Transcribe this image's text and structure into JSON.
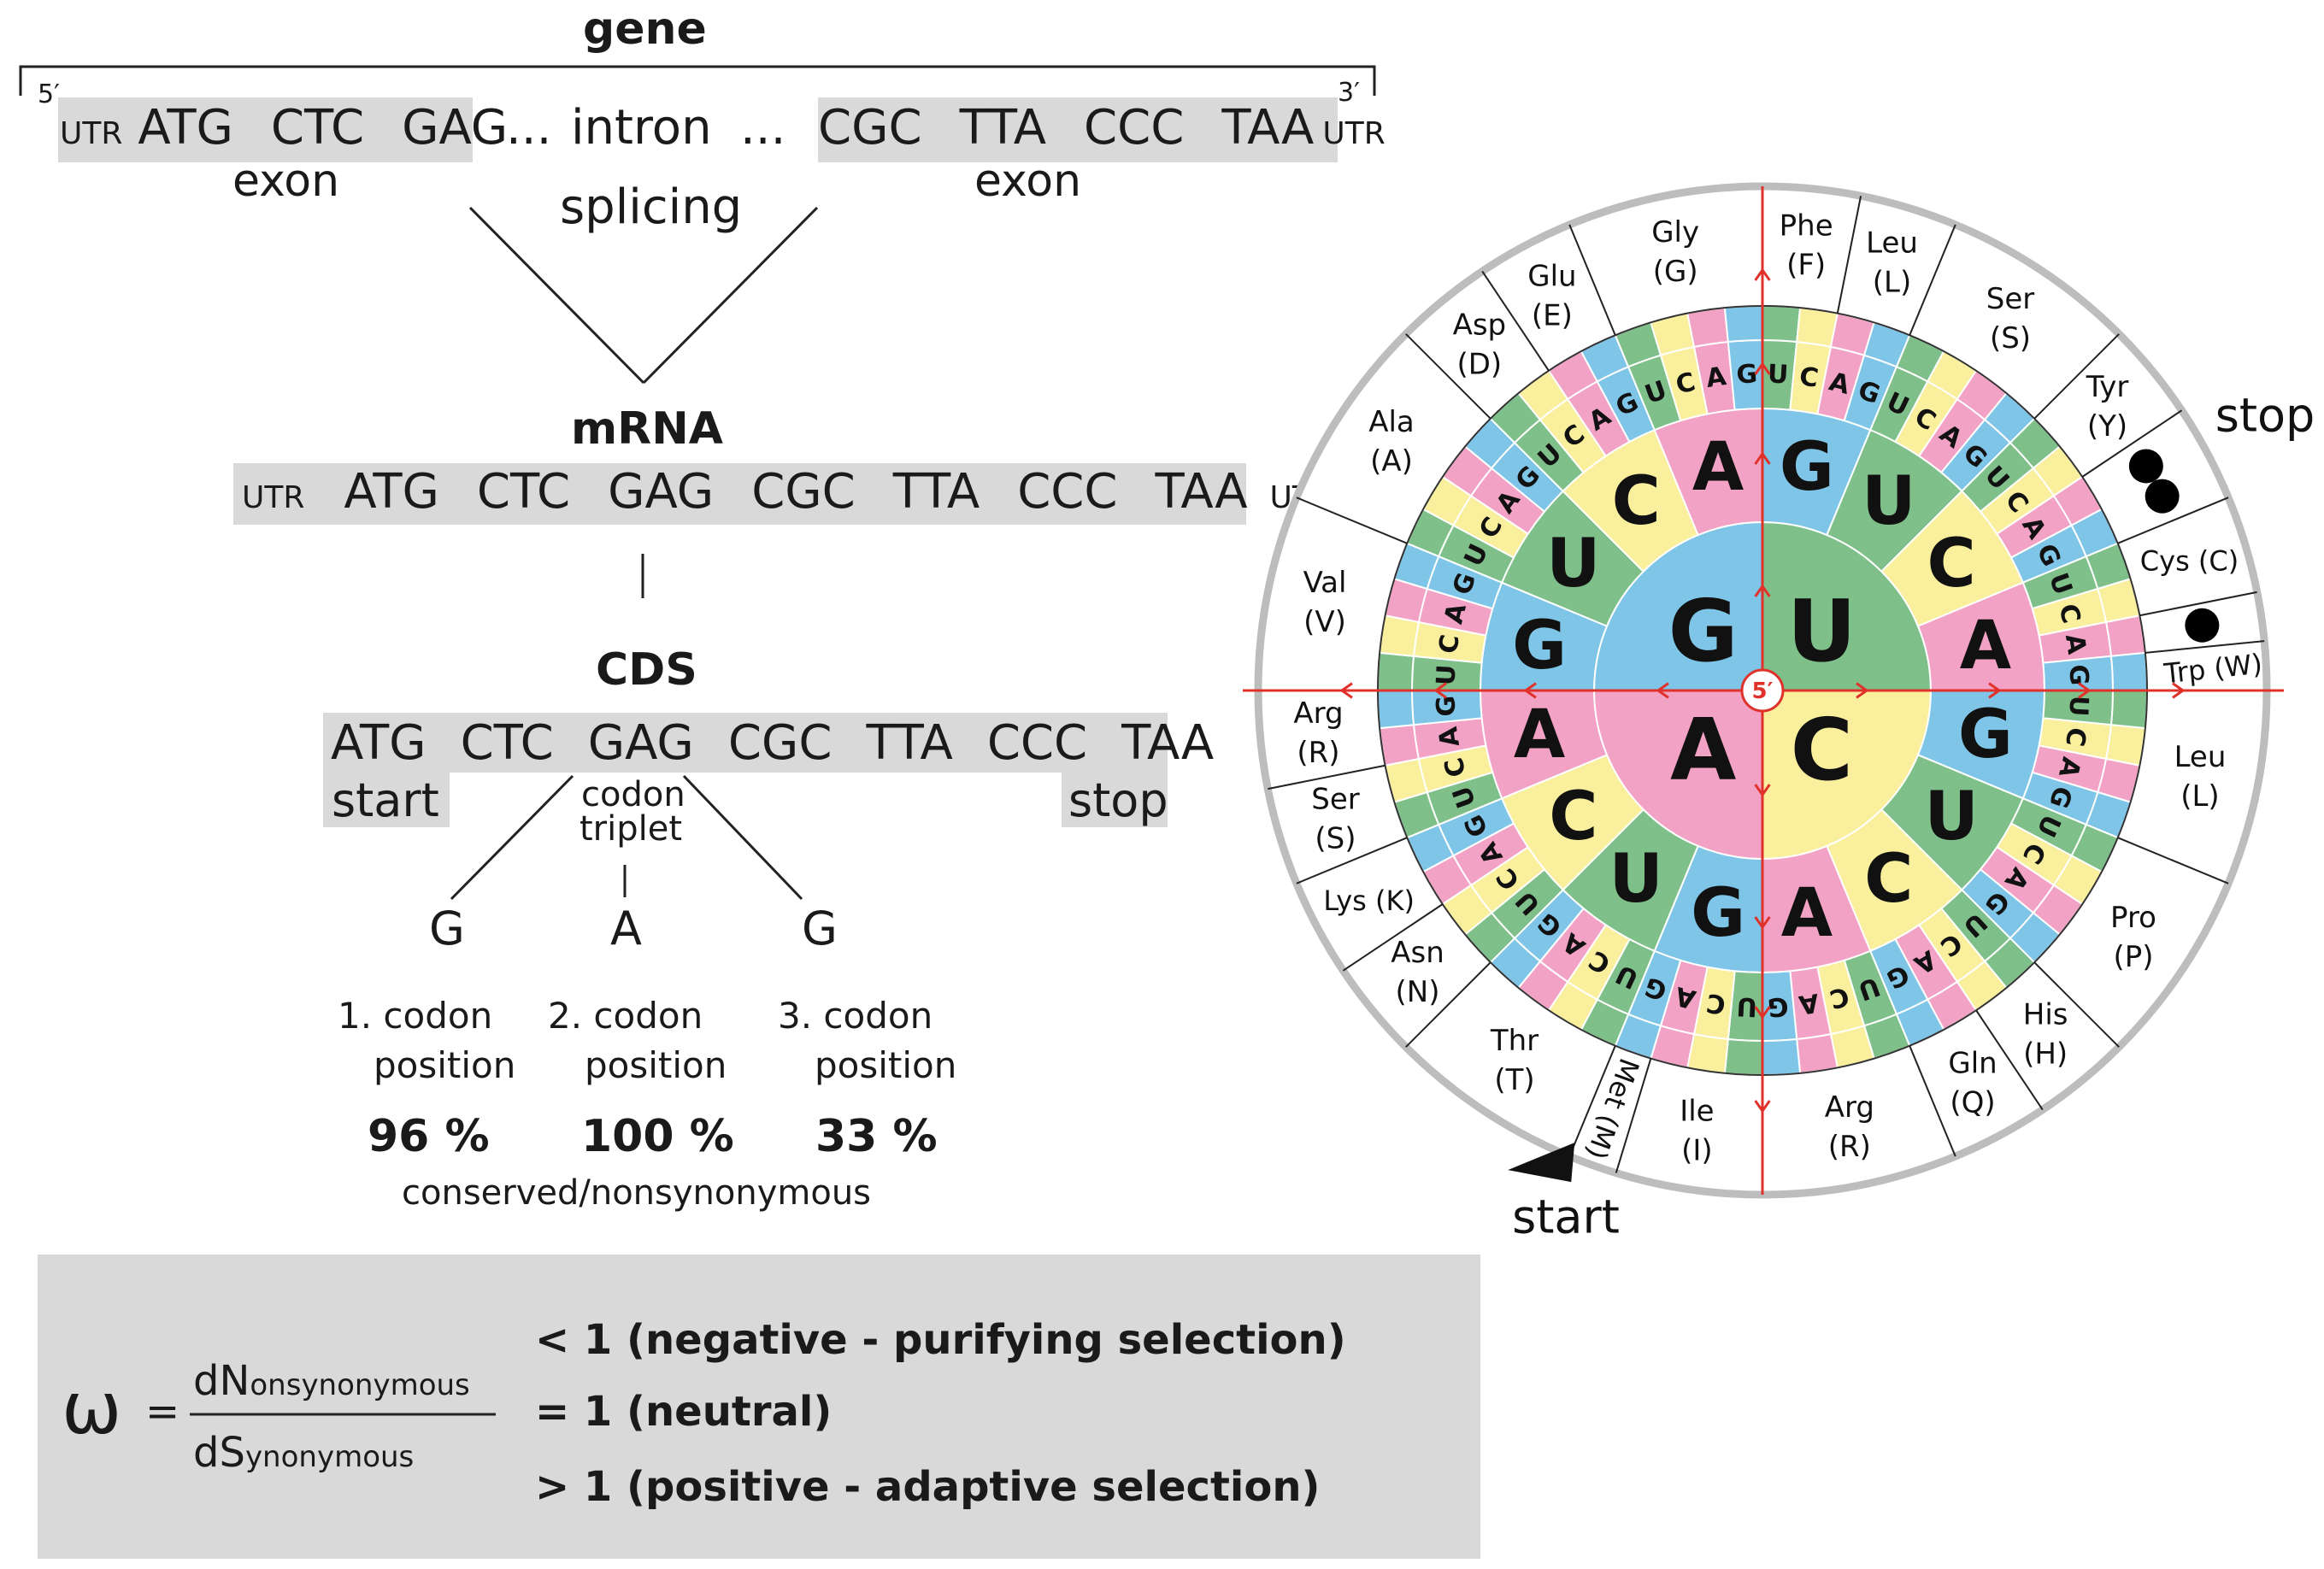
{
  "gene": {
    "title": "gene",
    "prime5": "5′",
    "prime3": "3′",
    "utr": "UTR",
    "codons_left": [
      "ATG",
      "CTC",
      "GAG"
    ],
    "ellipsis": "...",
    "intron": "intron",
    "codons_right": [
      "CGC",
      "TTA",
      "CCC",
      "TAA"
    ],
    "exon": "exon",
    "splicing": "splicing"
  },
  "mrna": {
    "title": "mRNA",
    "utr": "UTR",
    "codons": [
      "ATG",
      "CTC",
      "GAG",
      "CGC",
      "TTA",
      "CCC",
      "TAA"
    ]
  },
  "cds": {
    "title": "CDS",
    "codons": [
      "ATG",
      "CTC",
      "GAG",
      "CGC",
      "TTA",
      "CCC",
      "TAA"
    ],
    "start": "start",
    "stop": "stop",
    "triplet_label_1": "codon",
    "triplet_label_2": "triplet",
    "bases": [
      "G",
      "A",
      "G"
    ],
    "positions": [
      {
        "line1": "1. codon",
        "line2": "position",
        "percent": "96 %"
      },
      {
        "line1": "2. codon",
        "line2": "position",
        "percent": "100 %"
      },
      {
        "line1": "3. codon",
        "line2": "position",
        "percent": "33 %"
      }
    ],
    "conserved": "conserved/nonsynonymous"
  },
  "formula": {
    "omega": "ω",
    "equals": "=",
    "num_main": "dN",
    "num_sub": "onsynonymous",
    "den_main": "dS",
    "den_sub": "ynonymous",
    "lt": "< 1 (negative - purifying selection)",
    "eq": "= 1 (neutral)",
    "gt": "> 1 (positive - adaptive selection)"
  },
  "wheel": {
    "center": "5′",
    "stop": "stop",
    "start": "start",
    "colors": {
      "G": "#7fc5e8",
      "U": "#7fc08a",
      "A": "#f2a2c4",
      "C": "#f9ef9c"
    },
    "ring1": [
      "G",
      "U",
      "C",
      "A"
    ],
    "ring2": [
      "G",
      "U",
      "C",
      "A"
    ],
    "ring3": [
      "U",
      "C",
      "A",
      "G"
    ],
    "amino_acids": [
      {
        "name": "Phe",
        "code": "(F)",
        "n": 2
      },
      {
        "name": "Leu",
        "code": "(L)",
        "n": 2
      },
      {
        "name": "Ser",
        "code": "(S)",
        "n": 4
      },
      {
        "name": "Tyr",
        "code": "(Y)",
        "n": 2
      },
      {
        "name": "",
        "code": "",
        "n": 2,
        "stop": true
      },
      {
        "name": "Cys (C)",
        "code": "",
        "n": 2
      },
      {
        "name": "",
        "code": "",
        "n": 1,
        "stop": true
      },
      {
        "name": "Trp (W)",
        "code": "",
        "n": 1
      },
      {
        "name": "Leu",
        "code": "(L)",
        "n": 4
      },
      {
        "name": "Pro",
        "code": "(P)",
        "n": 4
      },
      {
        "name": "His",
        "code": "(H)",
        "n": 2
      },
      {
        "name": "Gln",
        "code": "(Q)",
        "n": 2
      },
      {
        "name": "Arg",
        "code": "(R)",
        "n": 4
      },
      {
        "name": "Ile",
        "code": "(I)",
        "n": 3
      },
      {
        "name": "Met (M)",
        "code": "",
        "n": 1
      },
      {
        "name": "Thr",
        "code": "(T)",
        "n": 4
      },
      {
        "name": "Asn",
        "code": "(N)",
        "n": 2
      },
      {
        "name": "Lys (K)",
        "code": "",
        "n": 2
      },
      {
        "name": "Ser",
        "code": "(S)",
        "n": 2
      },
      {
        "name": "Arg",
        "code": "(R)",
        "n": 2
      },
      {
        "name": "Val",
        "code": "(V)",
        "n": 4
      },
      {
        "name": "Ala",
        "code": "(A)",
        "n": 4
      },
      {
        "name": "Asp",
        "code": "(D)",
        "n": 2
      },
      {
        "name": "Glu",
        "code": "(E)",
        "n": 2
      },
      {
        "name": "Gly",
        "code": "(G)",
        "n": 4
      }
    ]
  }
}
